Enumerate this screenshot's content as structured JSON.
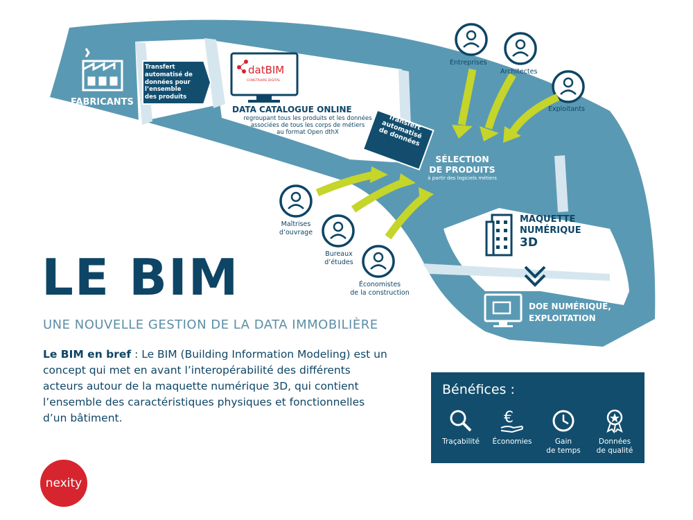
{
  "title": "LE BIM",
  "subtitle": "UNE NOUVELLE GESTION DE LA DATA IMMOBILIÈRE",
  "intro": {
    "lead": "Le BIM en bref",
    "text": " : Le BIM (Building Information Modeling) est un concept qui met en avant l’interopérabilité des différents acteurs autour de la maquette numérique 3D, qui contient l’ensemble des caractéristiques physiques et fonctionnelles d’un bâtiment."
  },
  "flow": {
    "fabricants": "FABRICANTS",
    "transfer1": [
      "Transfert",
      "automatisé de",
      "données pour",
      "l’ensemble",
      "des produits"
    ],
    "datbim_logo": "datBIM",
    "datbim_tagline": "CONSTRUIRE DIGITAL",
    "catalogue_title": "DATA CATALOGUE ONLINE",
    "catalogue_desc": [
      "regroupant tous les produits et les données",
      "associées de tous les corps de métiers",
      "au format Open dthX"
    ],
    "transfer2": [
      "Transfert",
      "automatisé",
      "de données"
    ],
    "selection_title": [
      "SÉLECTION",
      "DE PRODUITS"
    ],
    "selection_sub": "à partir des logiciels métiers",
    "maquette": [
      "MAQUETTE",
      "NUMÉRIQUE",
      "3D"
    ],
    "doe": [
      "DOE NUMÉRIQUE,",
      "EXPLOITATION"
    ]
  },
  "actors": {
    "entreprises": "Entreprises",
    "architectes": "Architectes",
    "exploitants": "Exploitants",
    "maitrises": [
      "Maîtrises",
      "d’ouvrage"
    ],
    "bureaux": [
      "Bureaux",
      "d’études"
    ],
    "economistes": [
      "Économistes",
      "de la construction"
    ]
  },
  "benefits": {
    "title": "Bénéfices :",
    "items": [
      {
        "icon": "magnifier-icon",
        "label": [
          "Traçabilité"
        ]
      },
      {
        "icon": "euro-hand-icon",
        "label": [
          "Économies"
        ]
      },
      {
        "icon": "clock-icon",
        "label": [
          "Gain",
          "de temps"
        ]
      },
      {
        "icon": "quality-badge-icon",
        "label": [
          "Données",
          "de qualité"
        ]
      }
    ]
  },
  "logo": "nexity",
  "colors": {
    "band": "#5a99b3",
    "band_light": "#e9f1f5",
    "dark": "#0e4565",
    "arrow": "#c5d52a",
    "benefits_bg": "#124d6d",
    "logo_red": "#d6252f"
  }
}
